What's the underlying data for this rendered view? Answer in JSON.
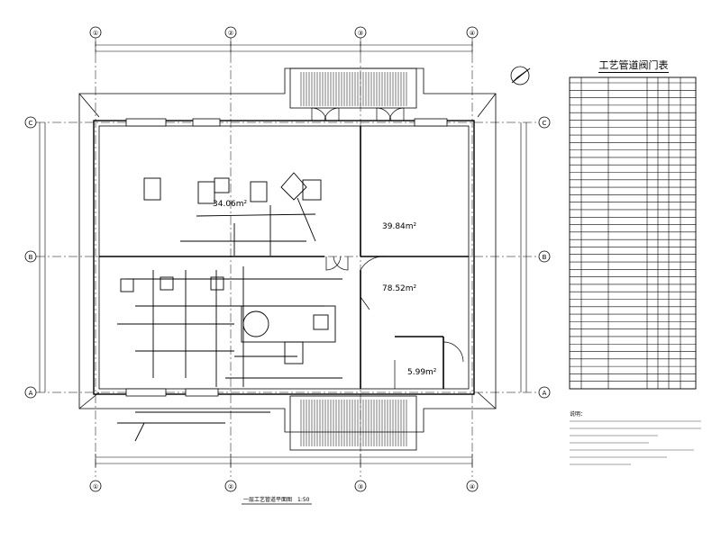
{
  "drawing": {
    "title": "一层工艺管道平面图",
    "scale": "1:50"
  },
  "grid_axes": {
    "top": [
      "①",
      "②",
      "③",
      "④"
    ],
    "bottom": [
      "①",
      "②",
      "③",
      "④"
    ],
    "left": [
      "A",
      "B",
      "C"
    ],
    "right": [
      "A",
      "B",
      "C"
    ]
  },
  "rooms": [
    {
      "area": "34.06m²"
    },
    {
      "area": "39.84m²"
    },
    {
      "area": "78.52m²"
    },
    {
      "area": "5.99m²"
    }
  ],
  "equipment_table": {
    "title": "工艺管道阀门表",
    "row_count": 41
  },
  "notes": {
    "heading": "说明："
  },
  "colors": {
    "line": "#000000",
    "hatch": "#222222",
    "background": "#ffffff"
  }
}
